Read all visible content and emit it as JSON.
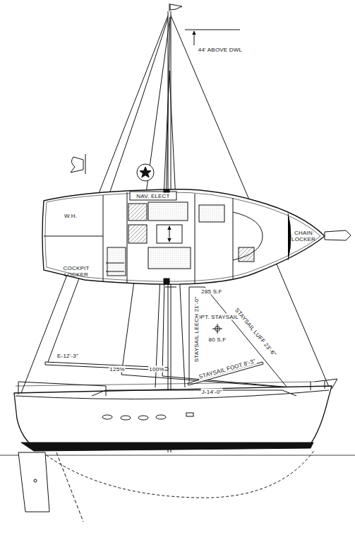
{
  "diagram": {
    "labels": [
      "44' ABOVE DWL",
      "NAV. ELECT",
      "W.H.",
      "CHAIN LOCKER",
      "COCKPIT LOCKER",
      "285 S.F",
      "OPT. STAYSAIL",
      "80 S.F",
      "STAYSAIL LEECH 21'-0\"",
      "STAYSAIL LUFF 23'-6\"",
      "E-12'-3\"",
      "125%",
      "100%",
      "J-14'-0\"",
      "STAYSAIL FOOT 8'-3\""
    ]
  }
}
